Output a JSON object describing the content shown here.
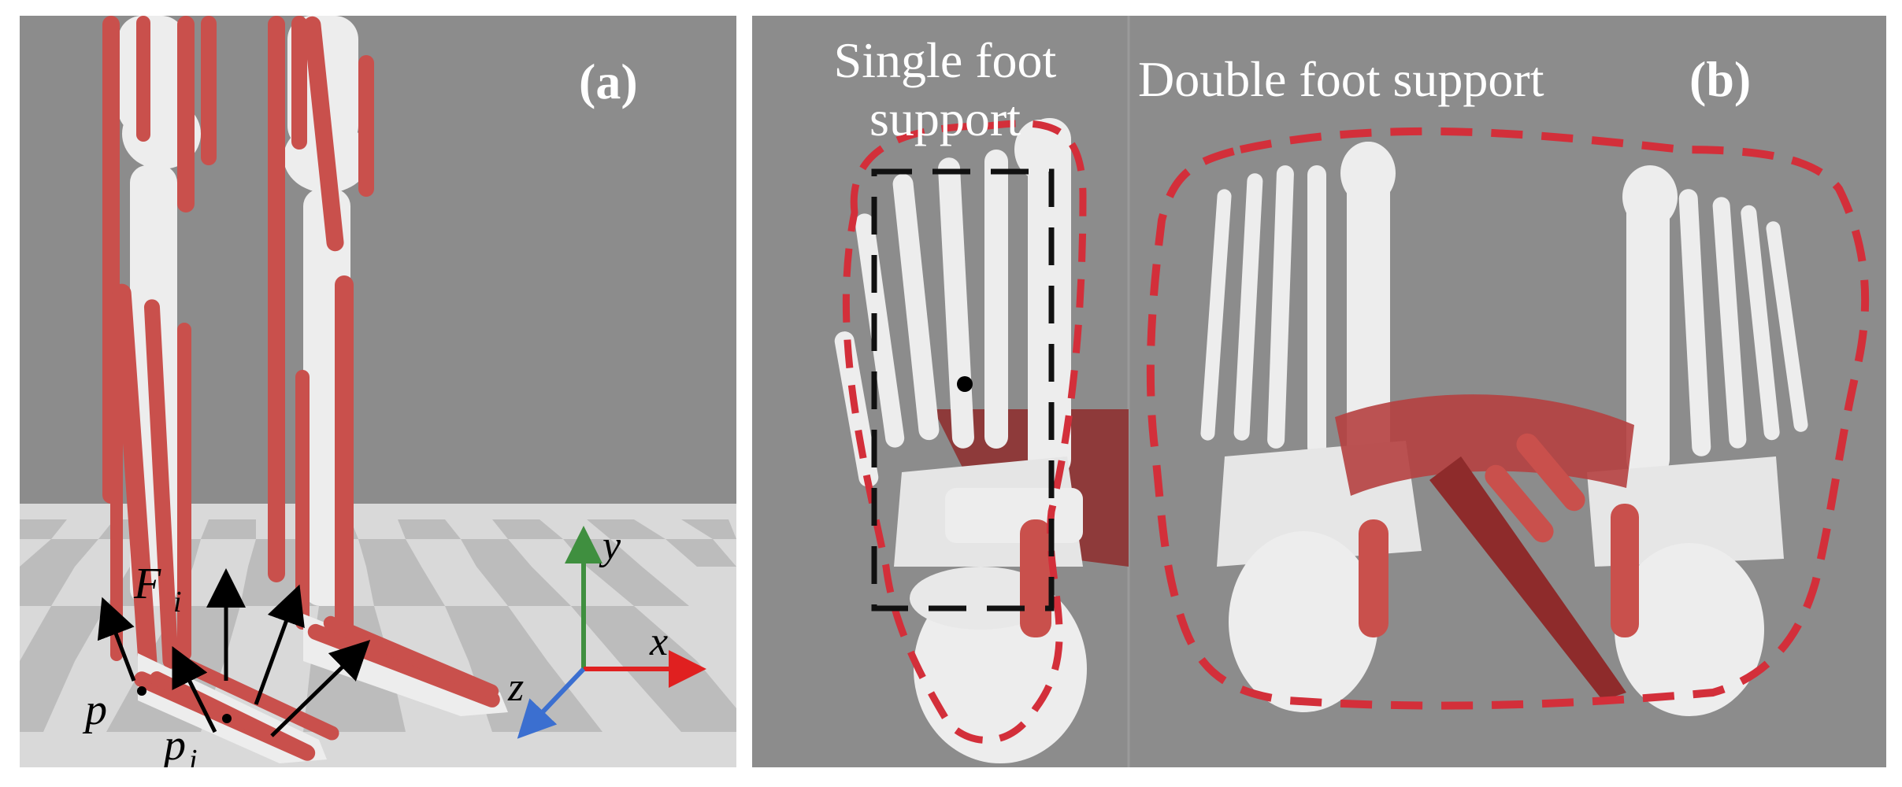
{
  "panel_a": {
    "label": "(a)",
    "axes": {
      "y": "y",
      "x": "x",
      "z": "z"
    },
    "force_label": "F",
    "force_sub": "i",
    "point_p": "p",
    "point_pi": "p",
    "point_pi_sub": "i"
  },
  "panel_b": {
    "label": "(b)",
    "single_line1": "Single foot",
    "single_line2": "support",
    "double_label": "Double foot support"
  },
  "colors": {
    "background": "#8c8c8c",
    "muscle": "#c9504c",
    "bone": "#ededed",
    "support_outline": "#d32f3a",
    "x_axis": "#e02020",
    "y_axis": "#3f8f3f",
    "z_axis": "#3b6fd0"
  }
}
